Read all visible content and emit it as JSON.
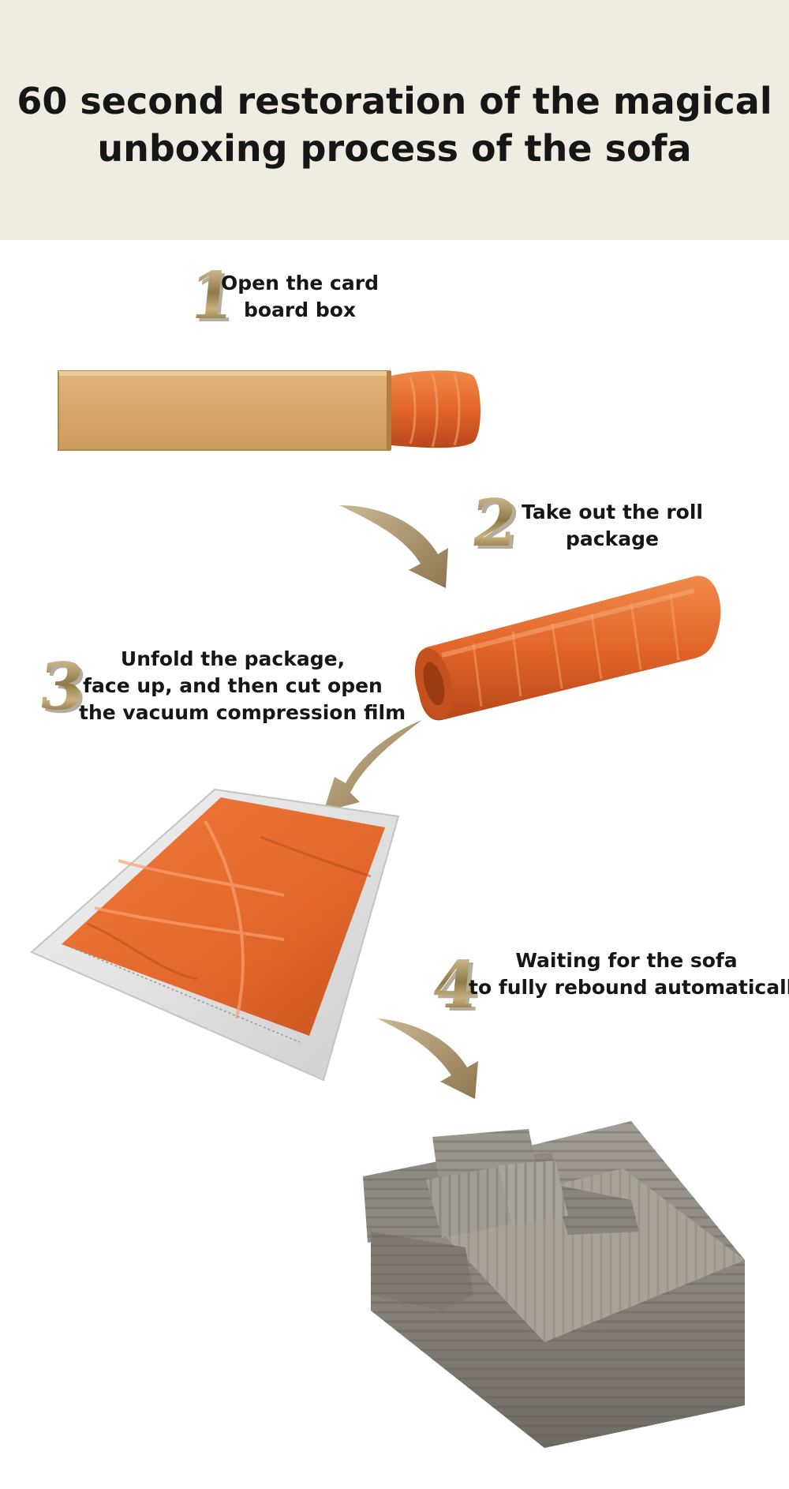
{
  "header": {
    "title_line1": "60 second restoration of the magical",
    "title_line2": "unboxing process of the sofa"
  },
  "steps": [
    {
      "number": "1",
      "lines": [
        "Open the card",
        "board box"
      ]
    },
    {
      "number": "2",
      "lines": [
        "Take out the roll",
        "package"
      ]
    },
    {
      "number": "3",
      "lines": [
        "Unfold the package,",
        "face up, and then cut open",
        "the vacuum compression film"
      ]
    },
    {
      "number": "4",
      "lines": [
        "Waiting for the sofa",
        "to fully rebound automatically"
      ]
    }
  ],
  "colors": {
    "header_bg": "#f1ece1",
    "cardboard": "#d8a868",
    "wrap_orange": "#e4682a",
    "arrow": "#a8906a",
    "sofa_gray": "#8c8880"
  }
}
